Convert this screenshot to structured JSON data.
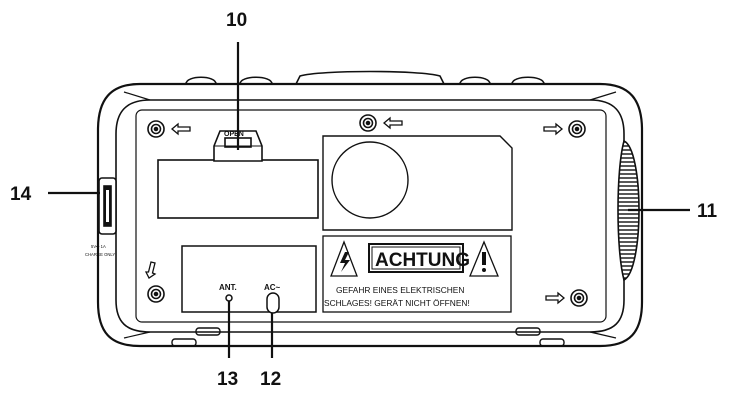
{
  "callouts": {
    "c10": "10",
    "c11": "11",
    "c12": "12",
    "c13": "13",
    "c14": "14"
  },
  "labels": {
    "open": "OPEN",
    "ant": "ANT.",
    "ac": "AC~",
    "usb_line1": "5V⎓ 1A",
    "usb_line2": "CHARGE ONLY"
  },
  "warning": {
    "title": "ACHTUNG",
    "line1": "GEFAHR EINES ELEKTRISCHEN",
    "line2": "SCHLAGES! GERÄT NICHT ÖFFNEN!"
  },
  "colors": {
    "stroke": "#111111",
    "background": "#ffffff"
  }
}
